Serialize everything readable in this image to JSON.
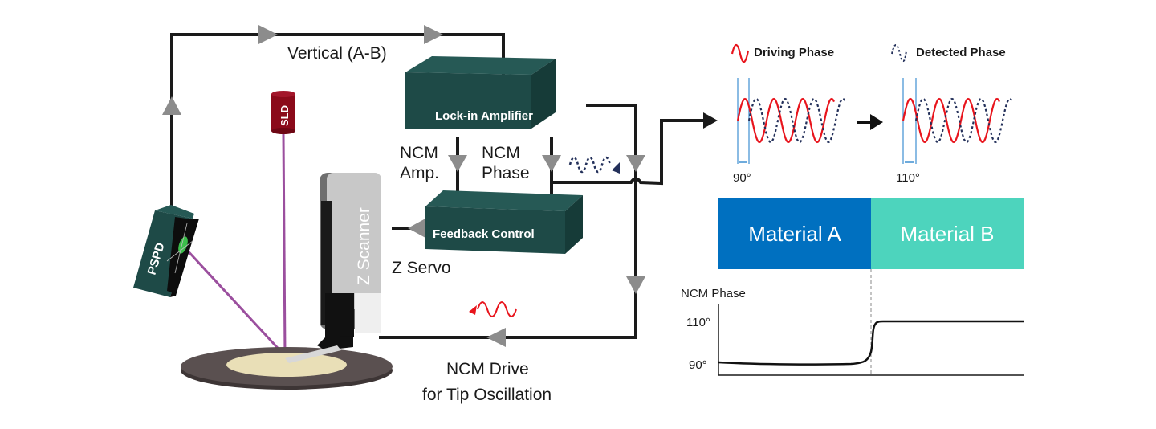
{
  "labels": {
    "vertical": "Vertical (A-B)",
    "lock_in": "Lock-in Amplifier",
    "feedback": "Feedback Control",
    "ncm_amp_1": "NCM",
    "ncm_amp_2": "Amp.",
    "ncm_phase_1": "NCM",
    "ncm_phase_2": "Phase",
    "z_servo": "Z Servo",
    "z_scanner": "Z Scanner",
    "sld": "SLD",
    "pspd": "PSPD",
    "ncm_drive_1": "NCM Drive",
    "ncm_drive_2": "for Tip Oscillation"
  },
  "legend": {
    "driving": "Driving Phase",
    "detected": "Detected Phase"
  },
  "phase_panels": [
    {
      "shift_label": "90°"
    },
    {
      "shift_label": "110°"
    }
  ],
  "materials": [
    {
      "name": "Material A",
      "color": "#0070c0"
    },
    {
      "name": "Material B",
      "color": "#4dd4bd"
    }
  ],
  "phase_plot": {
    "ylabel": "NCM Phase",
    "ticks": [
      "110°",
      "90°"
    ],
    "values_deg": {
      "material_a": 90,
      "material_b": 110
    }
  },
  "colors": {
    "box": "#1e4a47",
    "line": "#1a1a1a",
    "arrow": "#8c8c8c",
    "laser": "#9b4f9e",
    "sld": "#8b0a1a",
    "driving": "#e8141c",
    "detected": "#23305a",
    "marker": "#3d8fd1"
  }
}
